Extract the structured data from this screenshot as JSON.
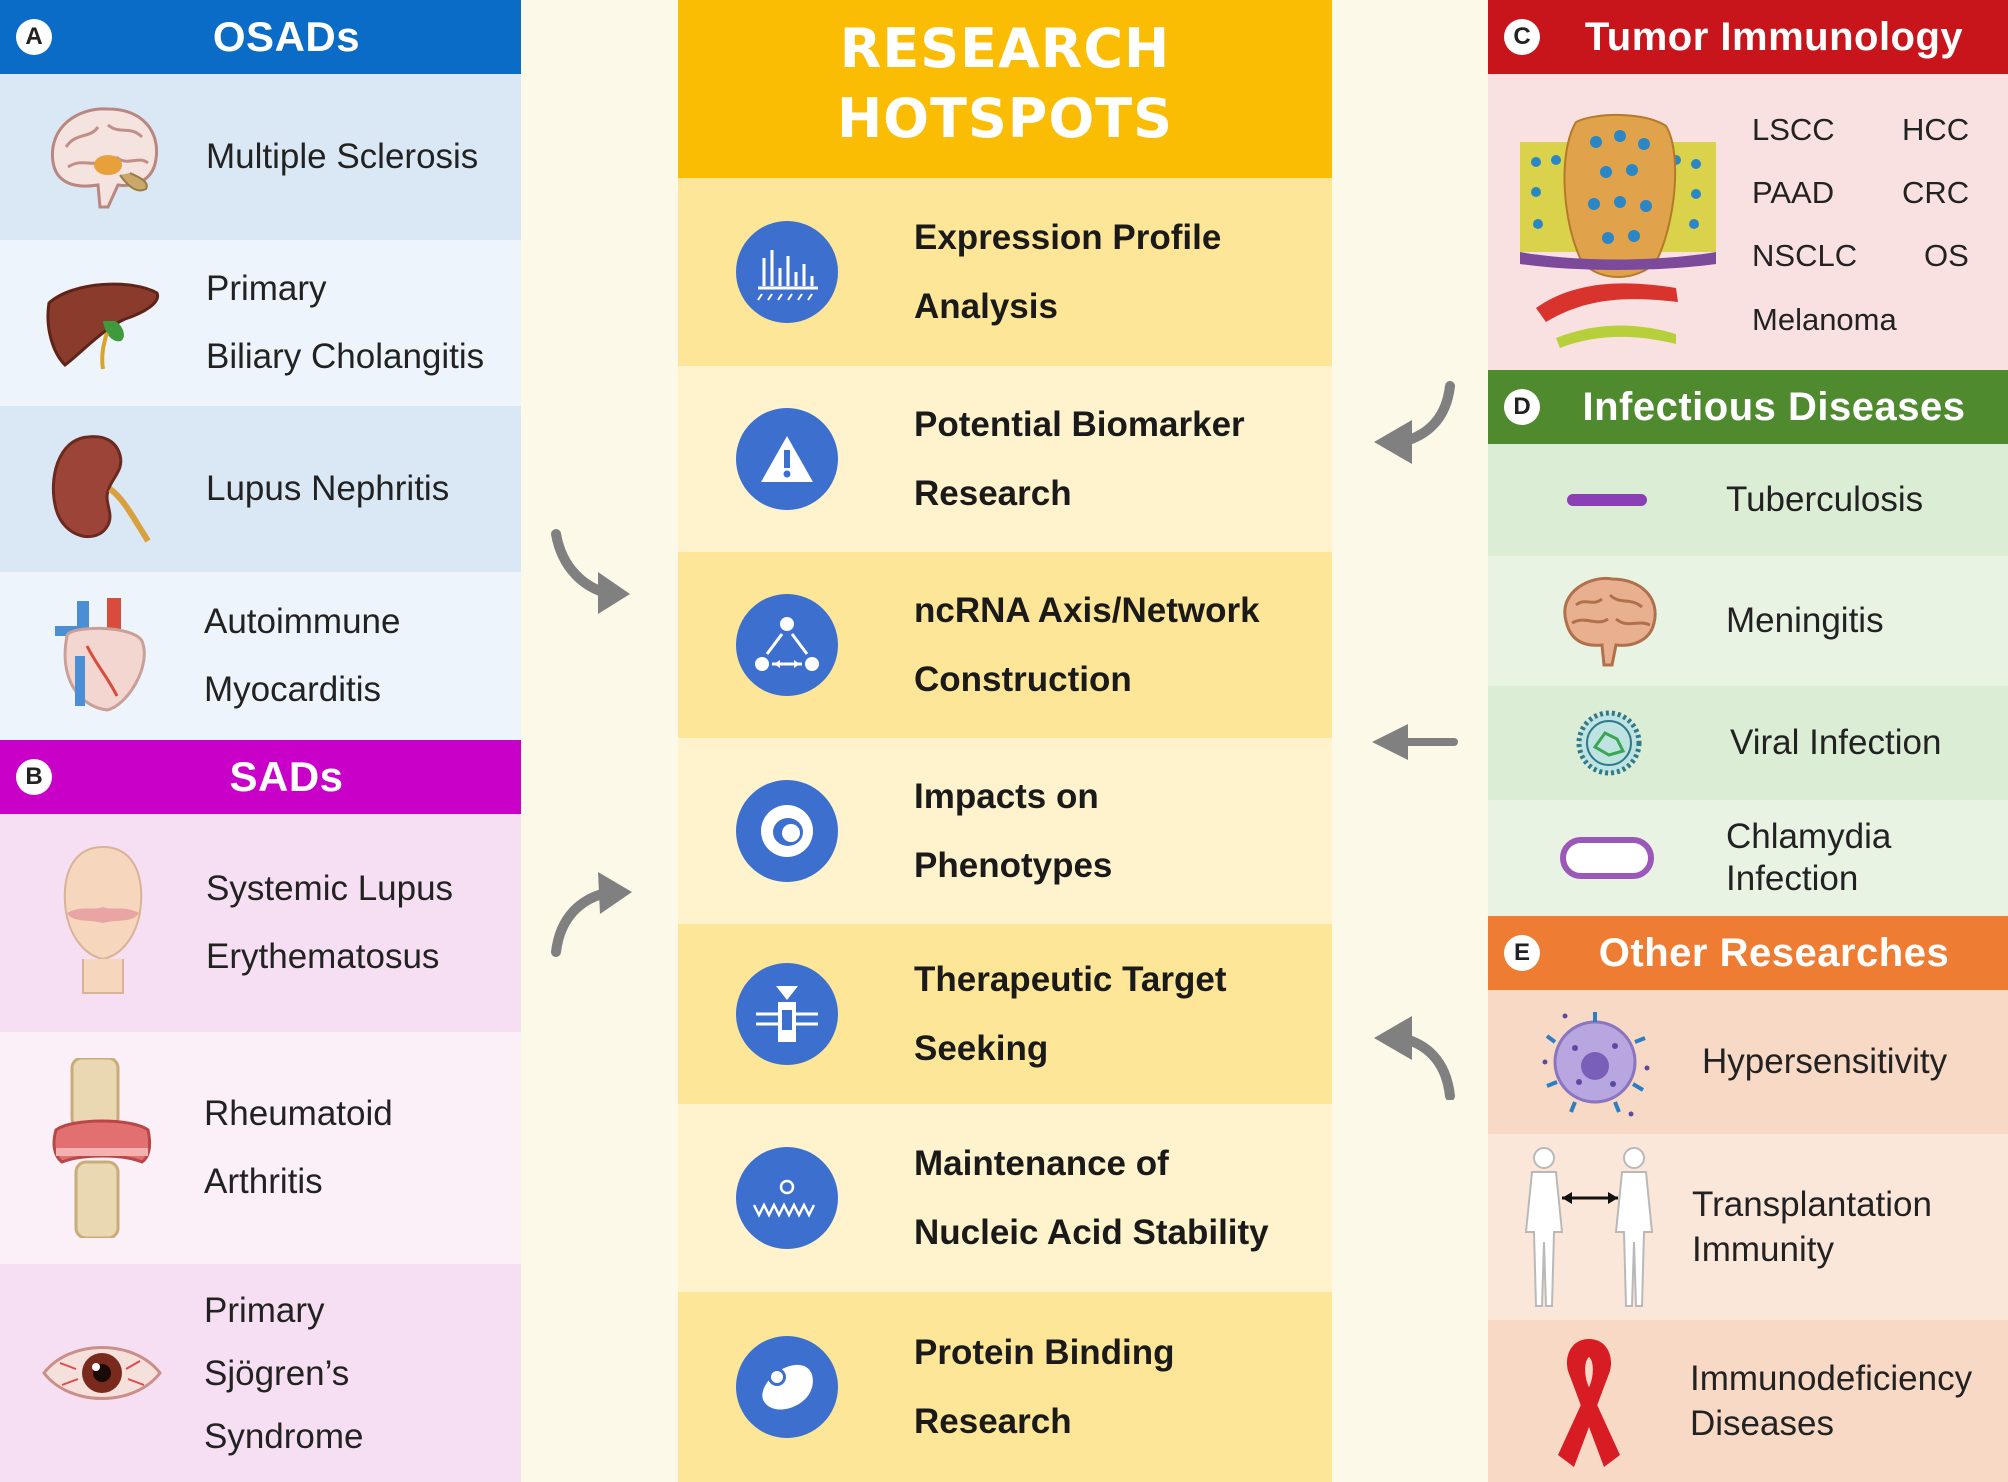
{
  "sections": {
    "osads": {
      "badge": "A",
      "title": "OSADs",
      "color": "#0a6cc7",
      "items": [
        {
          "label": "Multiple Sclerosis",
          "icon": "brain-cross-section-icon"
        },
        {
          "label": "Primary\nBiliary Cholangitis",
          "icon": "liver-icon"
        },
        {
          "label": "Lupus Nephritis",
          "icon": "kidney-icon"
        },
        {
          "label": "Autoimmune\nMyocarditis",
          "icon": "heart-icon"
        }
      ]
    },
    "sads": {
      "badge": "B",
      "title": "SADs",
      "color": "#c800c8",
      "items": [
        {
          "label": "Systemic Lupus\nErythematosus",
          "icon": "face-rash-icon"
        },
        {
          "label": "Rheumatoid\nArthritis",
          "icon": "joint-icon"
        },
        {
          "label": "Primary\nSjögren’s\nSyndrome",
          "icon": "red-eye-icon"
        }
      ]
    },
    "tumor": {
      "badge": "C",
      "title": "Tumor Immunology",
      "color": "#c8151c",
      "icon": "tumor-tissue-icon",
      "cancers": [
        "LSCC",
        "HCC",
        "PAAD",
        "CRC",
        "NSCLC",
        "OS",
        "Melanoma"
      ]
    },
    "infectious": {
      "badge": "D",
      "title": "Infectious Diseases",
      "color": "#4f8a2f",
      "items": [
        {
          "label": "Tuberculosis",
          "icon": "bacillus-rod-icon"
        },
        {
          "label": "Meningitis",
          "icon": "brain-icon"
        },
        {
          "label": "Viral Infection",
          "icon": "virus-icon"
        },
        {
          "label": "Chlamydia\nInfection",
          "icon": "capsule-bacterium-icon"
        }
      ]
    },
    "other": {
      "badge": "E",
      "title": "Other Researches",
      "color": "#ee7d33",
      "items": [
        {
          "label": "Hypersensitivity",
          "icon": "mast-cell-icon"
        },
        {
          "label": "Transplantation\nImmunity",
          "icon": "two-bodies-icon"
        },
        {
          "label": "Immunodeficiency\nDiseases",
          "icon": "red-ribbon-icon"
        }
      ]
    }
  },
  "hotspots": {
    "title": "RESEARCH\nHOTSPOTS",
    "items": [
      {
        "label": "Expression Profile\nAnalysis",
        "icon": "bar-chart-icon"
      },
      {
        "label": "Potential Biomarker\nResearch",
        "icon": "warning-triangle-icon"
      },
      {
        "label": "ncRNA Axis/Network\nConstruction",
        "icon": "network-triangle-icon"
      },
      {
        "label": "Impacts on\nPhenotypes",
        "icon": "cell-ring-icon"
      },
      {
        "label": "Therapeutic Target\nSeeking",
        "icon": "target-pin-icon"
      },
      {
        "label": "Maintenance of\nNucleic Acid Stability",
        "icon": "rna-strand-icon"
      },
      {
        "label": "Protein Binding\nResearch",
        "icon": "protein-blob-icon"
      }
    ]
  },
  "colors": {
    "hotspot_header": "#fbbc04",
    "hotspot_dark": "#fde697",
    "hotspot_light": "#fef3cc",
    "icon_blue": "#3d6fcf",
    "arrow_gray": "#808080"
  }
}
